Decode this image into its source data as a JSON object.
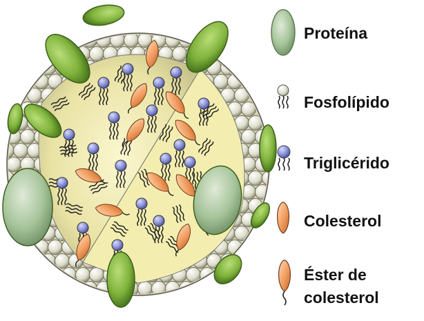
{
  "legend": {
    "items": [
      {
        "key": "proteina",
        "label": "Proteína",
        "icon": "protein-icon"
      },
      {
        "key": "fosfolipido",
        "label": "Fosfolípido",
        "icon": "phospholipid-icon"
      },
      {
        "key": "triglicerido",
        "label": "Triglicérido",
        "icon": "triglyceride-icon"
      },
      {
        "key": "colesterol",
        "label": "Colesterol",
        "icon": "cholesterol-icon"
      },
      {
        "key": "ester",
        "label_line1": "Éster de",
        "label_line2": "colesterol",
        "icon": "cholesteryl-ester-icon"
      }
    ]
  },
  "colors": {
    "protein": "#8cb84a",
    "protein_dark": "#4f7a1f",
    "grey_protein": "#a7c39a",
    "phospholipid_head": "#e4e4d6",
    "triglyceride_head": "#8f95d8",
    "cholesterol": "#f0a36a",
    "core": "#f4efb0"
  }
}
